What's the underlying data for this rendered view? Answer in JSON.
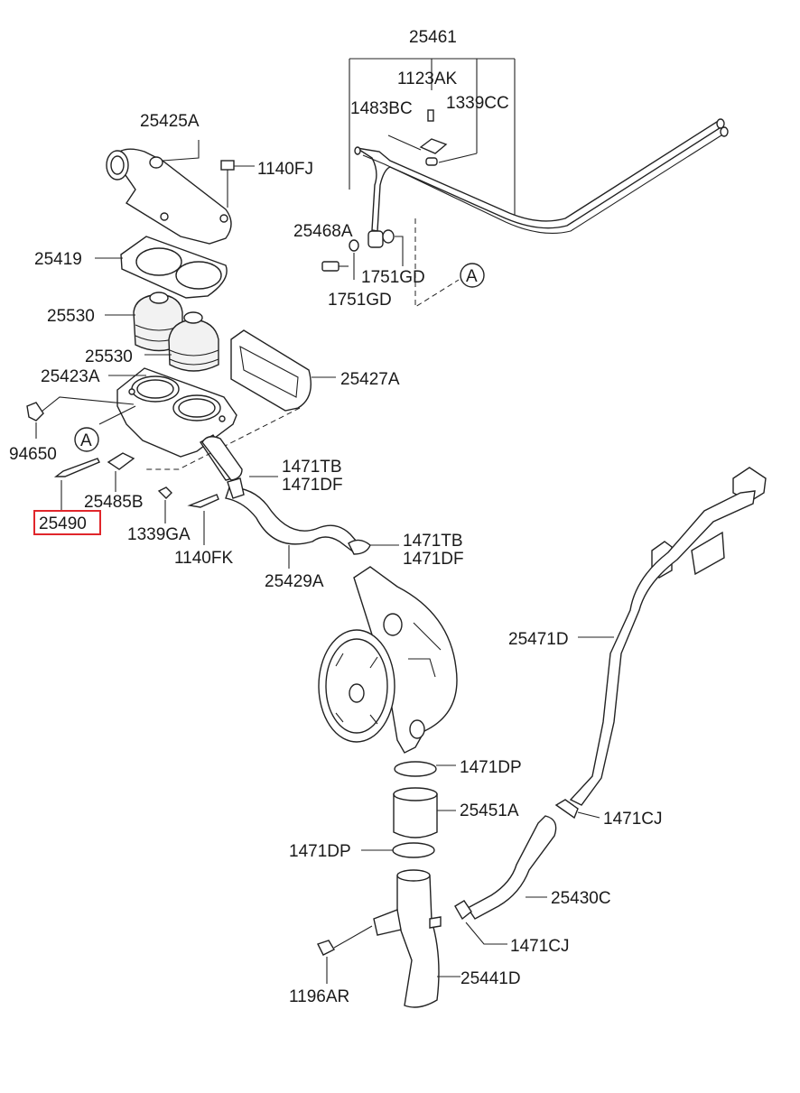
{
  "diagram": {
    "labels": {
      "p25461": "25461",
      "p1123AK": "1123AK",
      "p1483BC": "1483BC",
      "p1339CC": "1339CC",
      "p25425A": "25425A",
      "p1140FJ": "1140FJ",
      "p25468A": "25468A",
      "p25419": "25419",
      "p1751GD_a": "1751GD",
      "p1751GD_b": "1751GD",
      "refA_top": "A",
      "p25530_a": "25530",
      "p25530_b": "25530",
      "p25423A": "25423A",
      "p25427A": "25427A",
      "p94650": "94650",
      "refA_left": "A",
      "p1471TB_a": "1471TB",
      "p1471DF_a": "1471DF",
      "p25485B": "25485B",
      "p25490": "25490",
      "p1339GA": "1339GA",
      "p1140FK": "1140FK",
      "p1471TB_b": "1471TB",
      "p1471DF_b": "1471DF",
      "p25429A": "25429A",
      "p25471D": "25471D",
      "p1471DP_a": "1471DP",
      "p25451A": "25451A",
      "p1471CJ_a": "1471CJ",
      "p1471DP_b": "1471DP",
      "p25430C": "25430C",
      "p1471CJ_b": "1471CJ",
      "p1196AR": "1196AR",
      "p25441D": "25441D"
    },
    "highlight_color": "#e0262b"
  }
}
